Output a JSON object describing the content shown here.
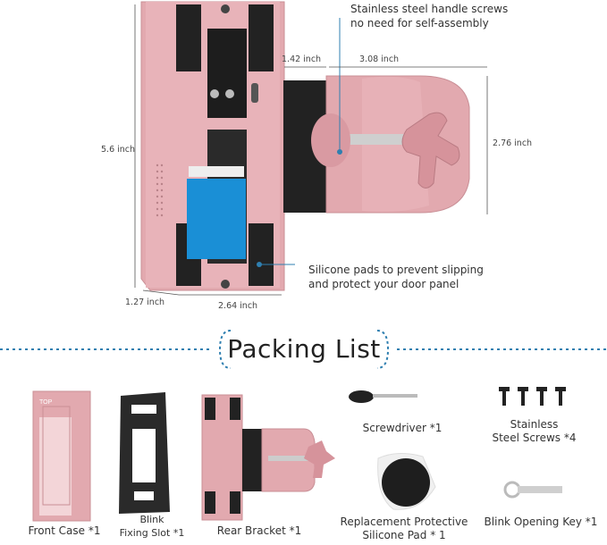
{
  "callouts": {
    "screws": {
      "line1": "Stainless steel handle screws",
      "line2": "no need for self-assembly"
    },
    "pads": {
      "line1": "Silicone pads to prevent slipping",
      "line2": "and protect your door panel"
    }
  },
  "dimensions": {
    "width_left": "1.42 inch",
    "width_right": "3.08 inch",
    "height": "5.6 inch",
    "bracket_height": "2.76 inch",
    "depth": "1.27 inch",
    "width_bottom": "2.64 inch"
  },
  "packing_list": {
    "title": "Packing List",
    "items": [
      {
        "line1": "Front Case *1",
        "line2": ""
      },
      {
        "line1": "Blink",
        "line2": "Fixing Slot *1"
      },
      {
        "line1": "Rear Bracket *1",
        "line2": ""
      },
      {
        "line1": "Screwdriver *1",
        "line2": ""
      },
      {
        "line1": "Stainless",
        "line2": "Steel Screws *4"
      },
      {
        "line1": "Replacement Protective",
        "line2": "Silicone Pad * 1"
      },
      {
        "line1": "Blink Opening Key *1",
        "line2": ""
      }
    ],
    "case_mark": "TOP"
  },
  "colors": {
    "product_pink": "#e2a9af",
    "accent_blue": "#2f7fb0",
    "pad_black": "#222222"
  }
}
